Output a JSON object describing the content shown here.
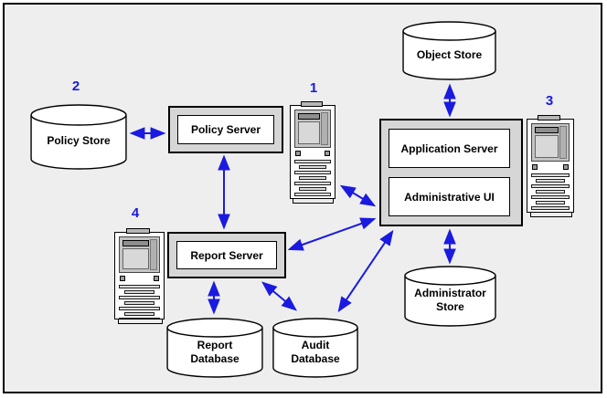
{
  "diagram": {
    "title": "policy and reporting architecture diagram",
    "nodes": {
      "object_store": {
        "label": "Object Store"
      },
      "policy_store": {
        "label": "Policy Store"
      },
      "policy_server": {
        "label": "Policy Server"
      },
      "application_server": {
        "label": "Application Server"
      },
      "administrative_ui": {
        "label": "Administrative UI"
      },
      "report_server": {
        "label": "Report Server"
      },
      "administrator_store": {
        "line1": "Administrator",
        "line2": "Store"
      },
      "report_database": {
        "line1": "Report",
        "line2": "Database"
      },
      "audit_database": {
        "line1": "Audit",
        "line2": "Database"
      }
    },
    "machine_labels": {
      "machine1": "1",
      "machine2": "2",
      "machine3": "3",
      "machine4": "4"
    },
    "colors": {
      "arrow_blue": "#1a1ae0",
      "container_gray": "#d6d6d6",
      "background_gray": "#eeeeee",
      "node_white": "#ffffff",
      "outline_black": "#000000"
    }
  }
}
